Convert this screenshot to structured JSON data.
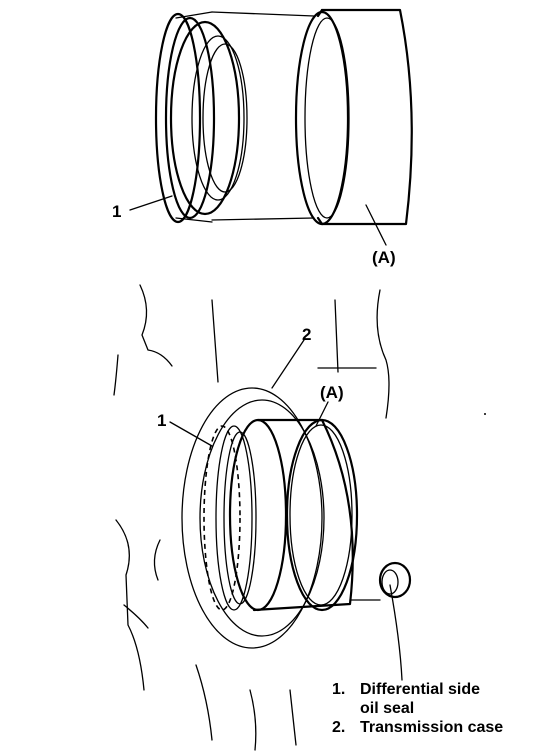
{
  "labels": {
    "top_part": "1",
    "top_tool": "(A)",
    "bottom_part": "1",
    "bottom_case": "2",
    "bottom_tool": "(A)"
  },
  "legend": [
    {
      "num": "1.",
      "line1": "Differential side",
      "line2": "oil seal"
    },
    {
      "num": "2.",
      "line1": "Transmission case",
      "line2": ""
    }
  ]
}
